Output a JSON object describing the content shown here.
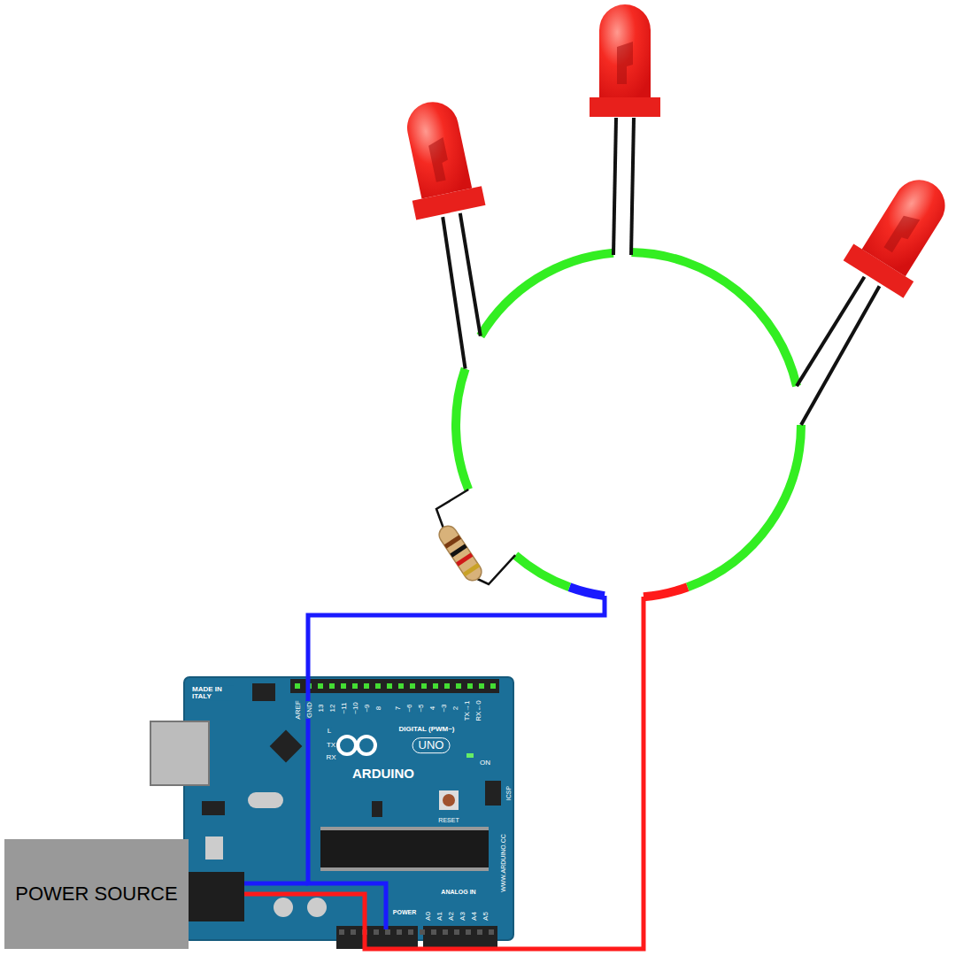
{
  "diagram": {
    "nodes": [
      {
        "text": [
          "POWER SOURCE"
        ]
      }
    ],
    "labels": [
      "MADE IN ITALY",
      "AREF",
      "GND",
      "13",
      "12",
      "~11",
      "~10",
      "~9",
      "8",
      "7",
      "~6",
      "~5",
      "4",
      "~3",
      "2",
      "TX→1",
      "RX←0",
      "DIGITAL (PWM~)",
      "L",
      "TX",
      "RX",
      "ARDUINO",
      "UNO",
      "ON",
      "RESET",
      "ICSP",
      "WWW.ARDUINO.CC",
      "POWER",
      "ANALOG IN",
      "A0",
      "A1",
      "A2",
      "A3",
      "A4",
      "A5"
    ]
  }
}
